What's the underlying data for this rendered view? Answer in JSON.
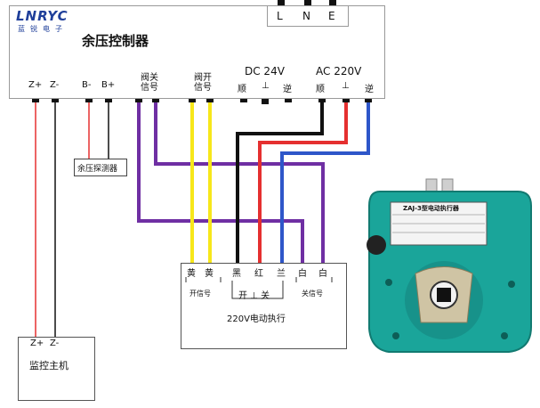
{
  "controller": {
    "brand": "LNRYC",
    "brand_sub": "蓝锐电子",
    "title": "余压控制器",
    "power_labels": [
      "L",
      "N",
      "E"
    ],
    "terminals": {
      "z_plus": "Z+",
      "z_minus": "Z-",
      "b_minus": "B-",
      "b_plus": "B+",
      "valve_close_signal": "阀关信号",
      "valve_open_signal": "阀开信号",
      "dc_group": "DC 24V",
      "ac_group": "AC 220V",
      "dc_cw": "顺",
      "dc_gnd": "⊥",
      "dc_ccw": "逆",
      "ac_cw": "顺",
      "ac_gnd": "⊥",
      "ac_ccw": "逆"
    }
  },
  "sensor": {
    "label": "余压探测器"
  },
  "actuator": {
    "title": "220V电动执行",
    "wire_labels": [
      "黄",
      "黄",
      "黑",
      "红",
      "兰",
      "白",
      "白"
    ],
    "open_signal": "开信号",
    "close_signal": "关信号",
    "open_close": "开 ⊥ 关"
  },
  "monitor": {
    "terminals": [
      "Z+",
      "Z-"
    ],
    "label": "监控主机"
  },
  "photo": {
    "device_title": "ZAJ-3型电动执行器"
  },
  "colors": {
    "red": "#e53030",
    "black": "#111111",
    "purple": "#6f2fa3",
    "yellow": "#f7e71a",
    "blue": "#2e56c9",
    "teal": "#1aa59a"
  }
}
